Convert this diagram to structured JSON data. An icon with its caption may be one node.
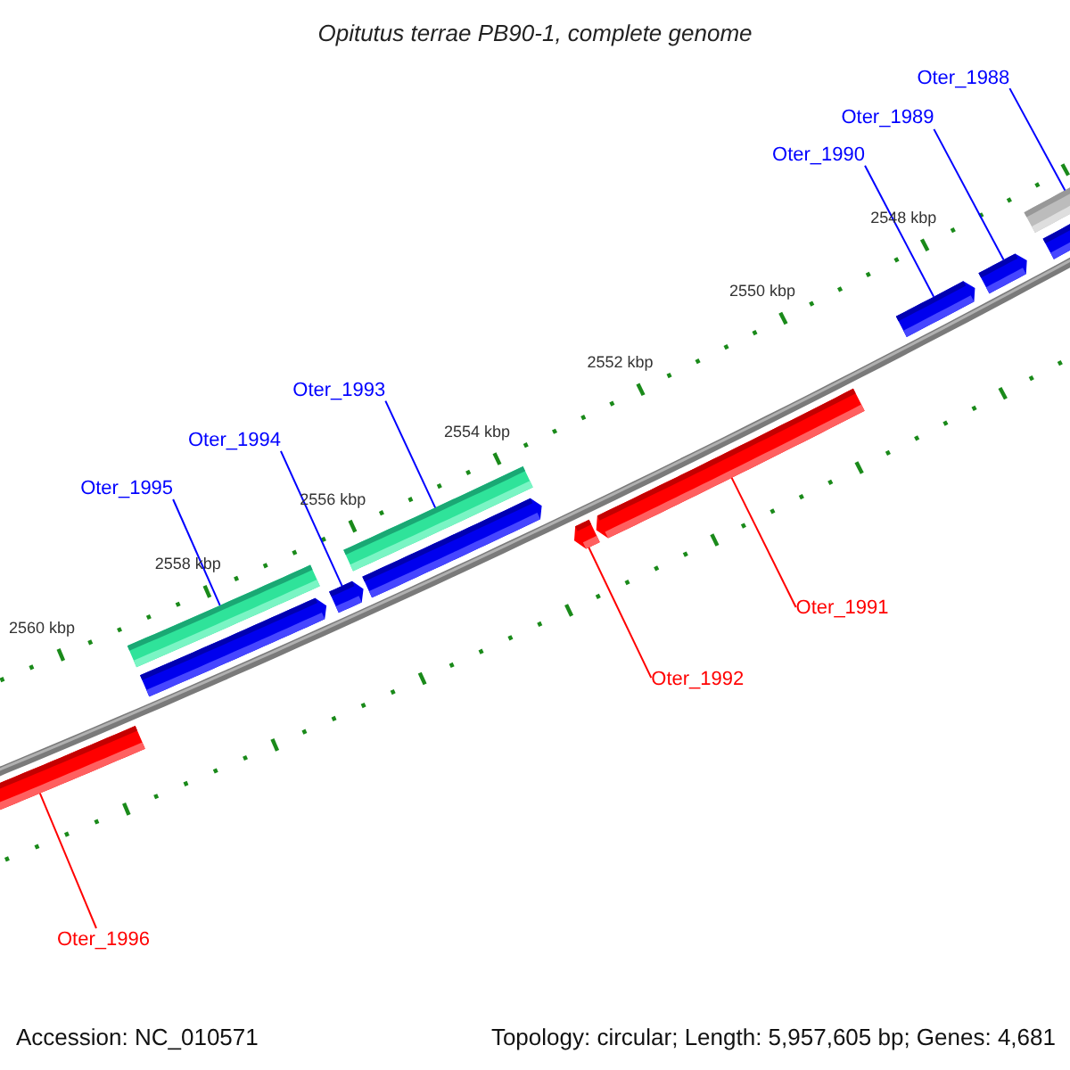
{
  "diagram": {
    "title": "Opitutus terrae PB90-1, complete genome",
    "nodes": [
      {
        "text": [
          "Oter_1988"
        ]
      },
      {
        "text": [
          "Oter_1989"
        ]
      },
      {
        "text": [
          "Oter_1990"
        ]
      },
      {
        "text": [
          "Oter_1993"
        ]
      },
      {
        "text": [
          "Oter_1994"
        ]
      },
      {
        "text": [
          "Oter_1995"
        ]
      },
      {
        "text": [
          "Oter_1991"
        ]
      },
      {
        "text": [
          "Oter_1992"
        ]
      },
      {
        "text": [
          "Oter_1996"
        ]
      },
      {
        "text": [],
        "shape": "bar"
      },
      {
        "text": [],
        "shape": "bar"
      },
      {
        "text": [],
        "shape": "bar"
      },
      {
        "text": [],
        "shape": "bar"
      },
      {
        "text": [],
        "shape": "bar"
      },
      {
        "text": [],
        "shape": "bar"
      },
      {
        "text": [],
        "shape": "bar"
      },
      {
        "text": [],
        "shape": "bar"
      },
      {
        "text": [],
        "shape": "bar"
      },
      {
        "text": [],
        "shape": "bar"
      },
      {
        "text": [],
        "shape": "bar"
      },
      {
        "text": [],
        "shape": "bar"
      }
    ],
    "edges": [
      {
        "from": 0,
        "to": 19,
        "arrow": "none"
      },
      {
        "from": 1,
        "to": 18,
        "arrow": "none"
      },
      {
        "from": 2,
        "to": 17,
        "arrow": "none"
      },
      {
        "from": 3,
        "to": 13,
        "arrow": "none"
      },
      {
        "from": 4,
        "to": 12,
        "arrow": "none"
      },
      {
        "from": 5,
        "to": 10,
        "arrow": "none"
      },
      {
        "from": 6,
        "to": 16,
        "arrow": "none",
        "color": "#ff0000"
      },
      {
        "from": 7,
        "to": 15,
        "arrow": "none",
        "color": "#ff0000"
      },
      {
        "from": 8,
        "to": 9,
        "arrow": "none",
        "color": "#ff0000"
      }
    ],
    "labels": [
      "2548 kbp",
      "2550 kbp",
      "2552 kbp",
      "2554 kbp",
      "2556 kbp",
      "2558 kbp",
      "2560 kbp",
      "Accession: NC_010571",
      "Topology: circular; Length: 5,957,605 bp; Genes: 4,681"
    ]
  }
}
